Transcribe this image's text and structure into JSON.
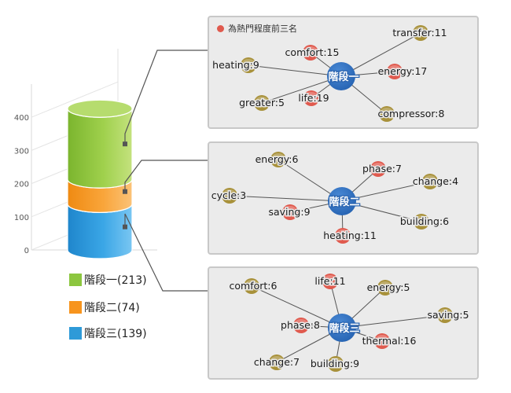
{
  "note": {
    "text": "為熱門程度前三名",
    "dot_color": "#e05a4e"
  },
  "chart_data": {
    "type": "bar",
    "subtype": "stacked-cylinder-3d",
    "categories": [
      ""
    ],
    "series": [
      {
        "name": "階段一",
        "value": 213,
        "legend": "階段一(213)",
        "color": "#8cc63f"
      },
      {
        "name": "階段二",
        "value": 74,
        "legend": "階段二(74)",
        "color": "#f7941d"
      },
      {
        "name": "階段三",
        "value": 139,
        "legend": "階段三(139)",
        "color": "#2e9ad8"
      }
    ],
    "stack_order_bottom_to_top": [
      "階段三",
      "階段二",
      "階段一"
    ],
    "yticks": [
      "0",
      "100",
      "200",
      "300",
      "400"
    ],
    "ylim": [
      0,
      500
    ],
    "grid": true,
    "legend_position": "bottom-left"
  },
  "keyword_networks": [
    {
      "hub": "階段一",
      "hub_color": "#2b6cb8",
      "nodes": [
        {
          "word": "comfort",
          "count": 15,
          "label": "comfort:15",
          "top3": true
        },
        {
          "word": "transfer",
          "count": 11,
          "label": "transfer:11",
          "top3": false
        },
        {
          "word": "heating",
          "count": 9,
          "label": "heating:9",
          "top3": false
        },
        {
          "word": "energy",
          "count": 17,
          "label": "energy:17",
          "top3": true
        },
        {
          "word": "greater",
          "count": 5,
          "label": "greater:5",
          "top3": false
        },
        {
          "word": "life",
          "count": 19,
          "label": "life:19",
          "top3": true
        },
        {
          "word": "compressor",
          "count": 8,
          "label": "compressor:8",
          "top3": false
        }
      ]
    },
    {
      "hub": "階段二",
      "hub_color": "#2b6cb8",
      "nodes": [
        {
          "word": "energy",
          "count": 6,
          "label": "energy:6",
          "top3": false
        },
        {
          "word": "phase",
          "count": 7,
          "label": "phase:7",
          "top3": true
        },
        {
          "word": "change",
          "count": 4,
          "label": "change:4",
          "top3": false
        },
        {
          "word": "cycle",
          "count": 3,
          "label": "cycle:3",
          "top3": false
        },
        {
          "word": "saving",
          "count": 9,
          "label": "saving:9",
          "top3": true
        },
        {
          "word": "building",
          "count": 6,
          "label": "building:6",
          "top3": false
        },
        {
          "word": "heating",
          "count": 11,
          "label": "heating:11",
          "top3": true
        }
      ]
    },
    {
      "hub": "階段三",
      "hub_color": "#2b6cb8",
      "nodes": [
        {
          "word": "comfort",
          "count": 6,
          "label": "comfort:6",
          "top3": false
        },
        {
          "word": "life",
          "count": 11,
          "label": "life:11",
          "top3": true
        },
        {
          "word": "energy",
          "count": 5,
          "label": "energy:5",
          "top3": false
        },
        {
          "word": "saving",
          "count": 5,
          "label": "saving:5",
          "top3": false
        },
        {
          "word": "phase",
          "count": 8,
          "label": "phase:8",
          "top3": true
        },
        {
          "word": "thermal",
          "count": 16,
          "label": "thermal:16",
          "top3": true
        },
        {
          "word": "change",
          "count": 7,
          "label": "change:7",
          "top3": false
        },
        {
          "word": "building",
          "count": 9,
          "label": "building:9",
          "top3": false
        }
      ]
    }
  ],
  "colors": {
    "top3_node": "#e05a4e",
    "other_node": "#a8913a",
    "panel_bg": "#ebebeb",
    "panel_border": "#c8c8c8"
  }
}
